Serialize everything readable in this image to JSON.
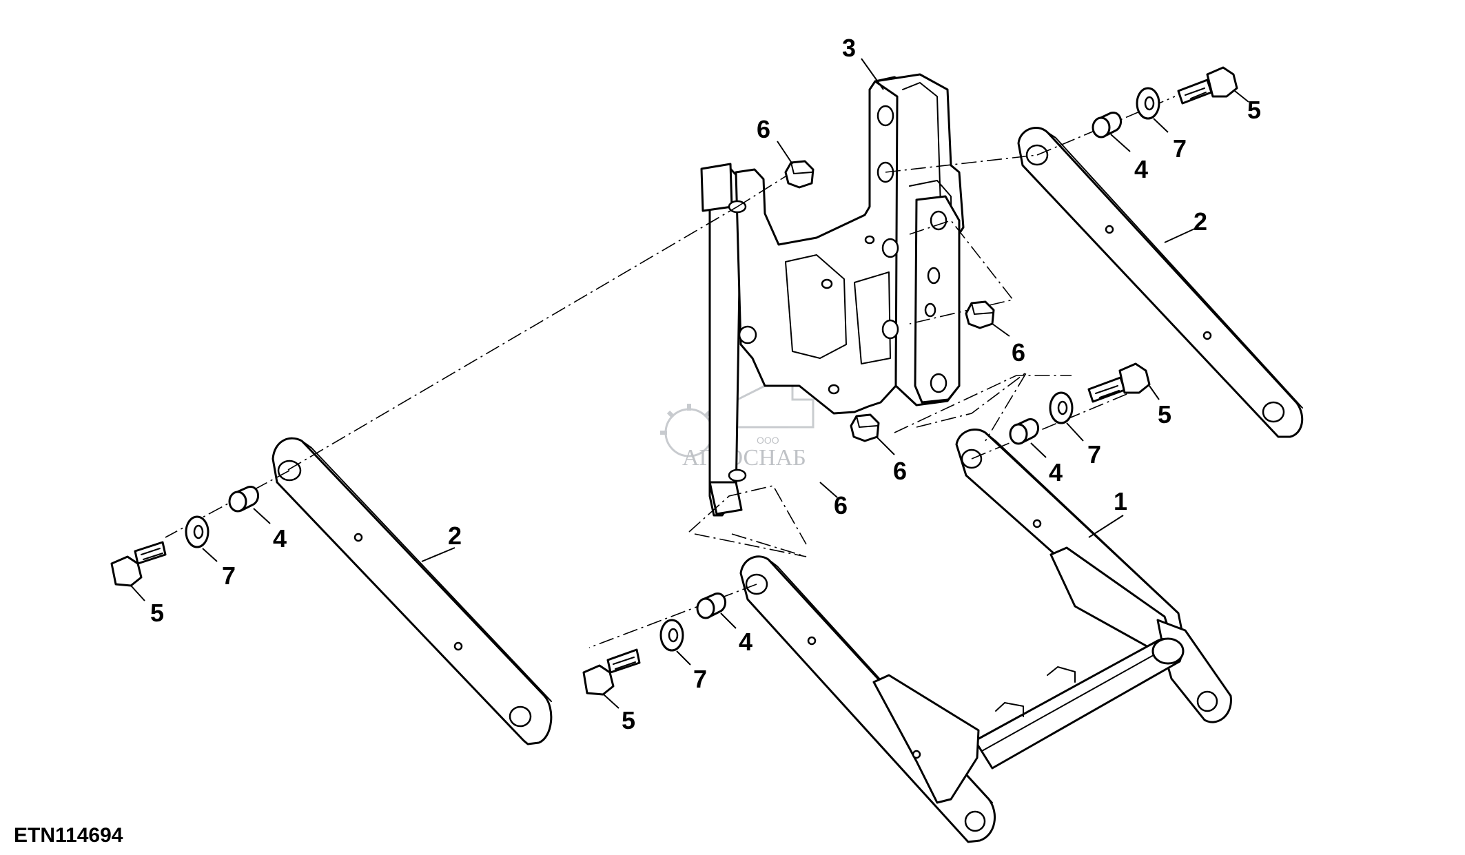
{
  "drawing_id": "ETN114694",
  "watermark": {
    "line1": "ООО",
    "line2": "АГРОСНАБ"
  },
  "callouts": [
    {
      "id": "c-3",
      "text": "3"
    },
    {
      "id": "c-6a",
      "text": "6"
    },
    {
      "id": "c-5a",
      "text": "5"
    },
    {
      "id": "c-7a",
      "text": "7"
    },
    {
      "id": "c-4a",
      "text": "4"
    },
    {
      "id": "c-2a",
      "text": "2"
    },
    {
      "id": "c-6b",
      "text": "6"
    },
    {
      "id": "c-5b",
      "text": "5"
    },
    {
      "id": "c-7b",
      "text": "7"
    },
    {
      "id": "c-4b",
      "text": "4"
    },
    {
      "id": "c-6c",
      "text": "6"
    },
    {
      "id": "c-1",
      "text": "1"
    },
    {
      "id": "c-6d",
      "text": "6"
    },
    {
      "id": "c-2b",
      "text": "2"
    },
    {
      "id": "c-4c",
      "text": "4"
    },
    {
      "id": "c-7c",
      "text": "7"
    },
    {
      "id": "c-5c",
      "text": "5"
    },
    {
      "id": "c-4d",
      "text": "4"
    },
    {
      "id": "c-7d",
      "text": "7"
    },
    {
      "id": "c-5d",
      "text": "5"
    }
  ]
}
